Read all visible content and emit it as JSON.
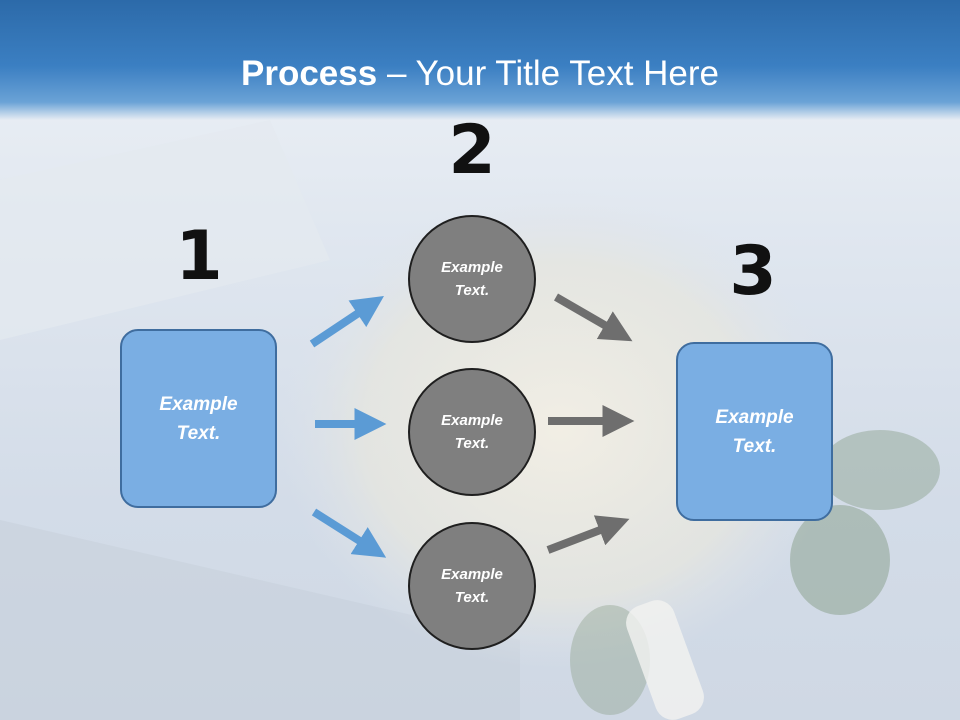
{
  "slide": {
    "title_bold": "Process",
    "title_rest": " – Your Title Text Here"
  },
  "steps": {
    "step1": "1",
    "step2": "2",
    "step3": "3"
  },
  "left_box": {
    "line1": "Example",
    "line2": "Text."
  },
  "right_box": {
    "line1": "Example",
    "line2": "Text."
  },
  "circles": [
    {
      "line1": "Example",
      "line2": "Text."
    },
    {
      "line1": "Example",
      "line2": "Text."
    },
    {
      "line1": "Example",
      "line2": "Text."
    }
  ],
  "colors": {
    "title_band": "#3b7fc2",
    "box_fill": "#7aaee3",
    "circle_fill": "#7f7f7f",
    "blue_arrow": "#5b9bd5",
    "gray_arrow": "#6e6e6e"
  }
}
